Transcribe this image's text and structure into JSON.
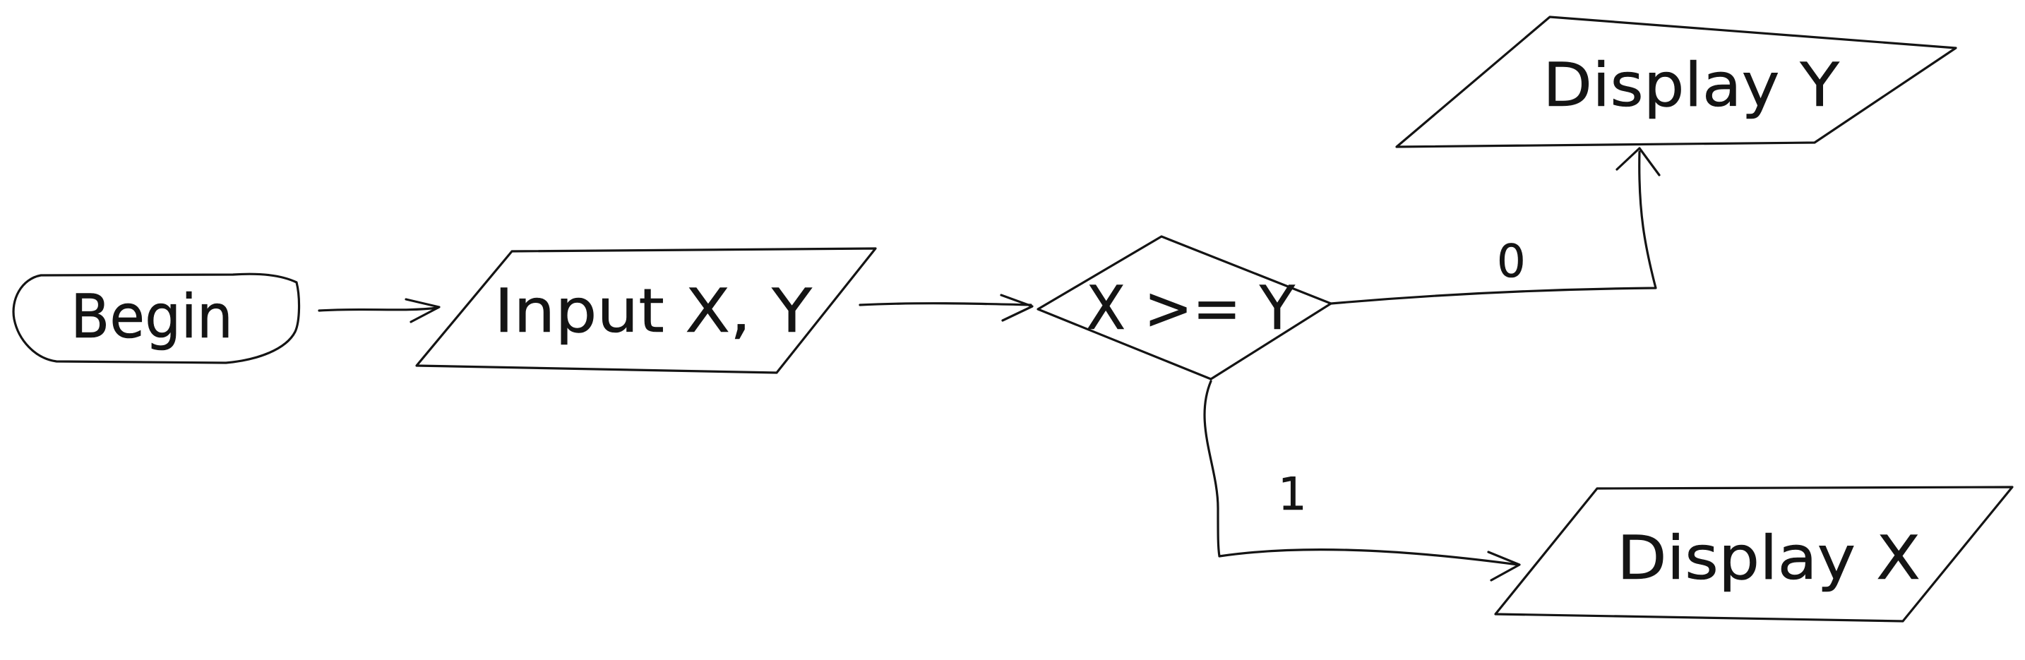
{
  "diagram": {
    "type": "flowchart",
    "nodes": [
      {
        "id": "begin",
        "shape": "terminator",
        "label": "Begin"
      },
      {
        "id": "input",
        "shape": "parallelogram",
        "label": "Input X, Y"
      },
      {
        "id": "decision",
        "shape": "diamond",
        "label": "X >= Y"
      },
      {
        "id": "display_y",
        "shape": "parallelogram",
        "label": "Display Y"
      },
      {
        "id": "display_x",
        "shape": "parallelogram",
        "label": "Display X"
      }
    ],
    "edges": [
      {
        "from": "begin",
        "to": "input",
        "label": ""
      },
      {
        "from": "input",
        "to": "decision",
        "label": ""
      },
      {
        "from": "decision",
        "to": "display_y",
        "label": "0"
      },
      {
        "from": "decision",
        "to": "display_x",
        "label": "1"
      }
    ]
  }
}
